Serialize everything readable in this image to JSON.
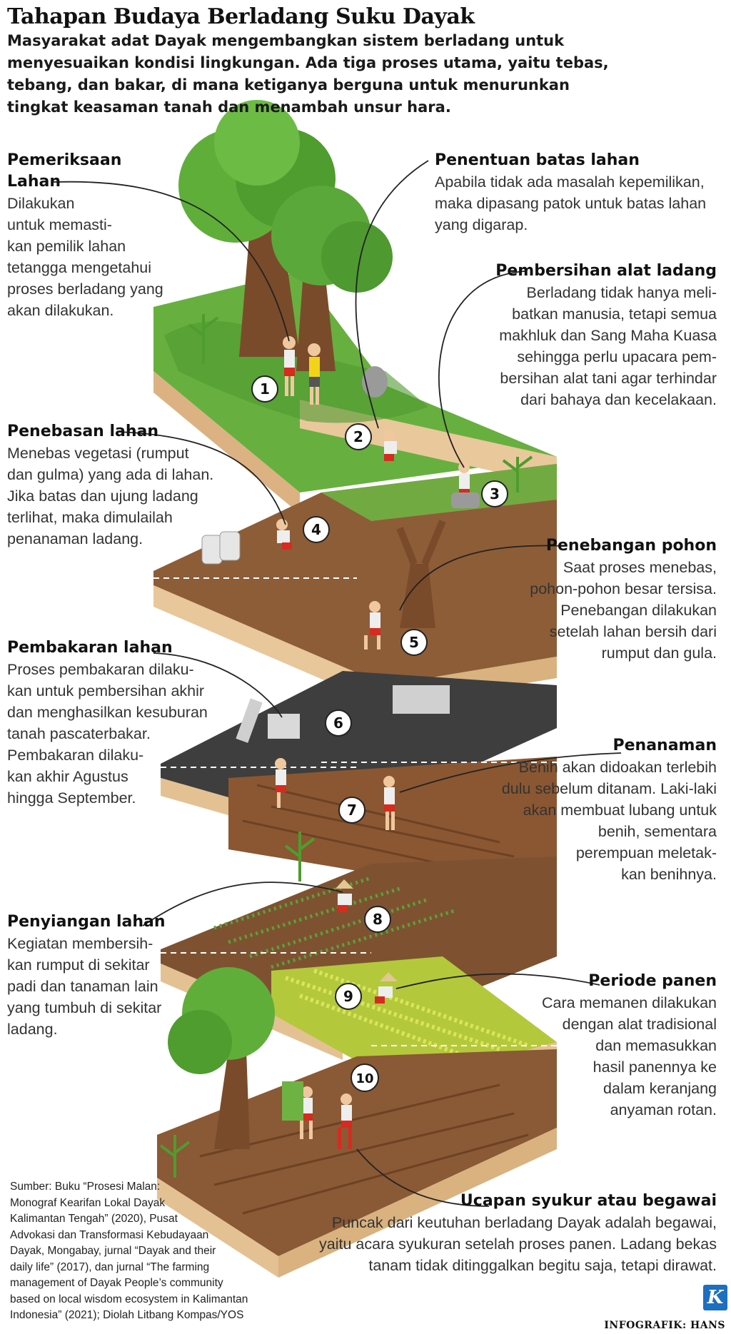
{
  "title": "Tahapan Budaya Berladang Suku Dayak",
  "intro": [
    "Masyarakat adat Dayak mengembangkan sistem berladang untuk",
    "menyesuaikan kondisi lingkungan. Ada tiga proses utama, yaitu tebas,",
    "tebang, dan bakar, di mana ketiganya berguna untuk menurunkan",
    "tingkat keasaman tanah dan menambah unsur hara."
  ],
  "steps": [
    {
      "number": "1",
      "title_lines": [
        "Pemeriksaan",
        "Lahan"
      ],
      "desc_lines": [
        "Dilakukan",
        "untuk memasti-",
        "kan pemilik lahan",
        "tetangga mengetahui",
        "proses berladang yang",
        "akan dilakukan."
      ]
    },
    {
      "number": "2",
      "title_lines": [
        "Penentuan batas lahan"
      ],
      "desc_lines": [
        "Apabila tidak ada masalah kepemilikan,",
        "maka dipasang patok untuk batas lahan",
        "yang digarap."
      ]
    },
    {
      "number": "3",
      "title_lines": [
        "Pembersihan alat ladang"
      ],
      "desc_lines": [
        "Berladang tidak hanya meli-",
        "batkan manusia, tetapi semua",
        "makhluk dan Sang Maha Kuasa",
        "sehingga perlu upacara pem-",
        "bersihan alat tani agar terhindar",
        "dari bahaya dan kecelakaan."
      ]
    },
    {
      "number": "4",
      "title_lines": [
        "Penebasan lahan"
      ],
      "desc_lines": [
        "Menebas vegetasi (rumput",
        "dan gulma) yang ada di lahan.",
        "Jika batas dan ujung ladang",
        "terlihat, maka dimulailah",
        "penanaman ladang."
      ]
    },
    {
      "number": "5",
      "title_lines": [
        "Penebangan pohon"
      ],
      "desc_lines": [
        "Saat proses menebas,",
        "pohon-pohon besar tersisa.",
        "Penebangan dilakukan",
        "setelah lahan bersih dari",
        "rumput dan gula."
      ]
    },
    {
      "number": "6",
      "title_lines": [
        "Pembakaran lahan"
      ],
      "desc_lines": [
        "Proses pembakaran dilaku-",
        "kan untuk pembersihan akhir",
        "dan menghasilkan kesuburan",
        "tanah pascaterbakar.",
        "Pembakaran dilaku-",
        "kan akhir Agustus",
        "hingga September."
      ]
    },
    {
      "number": "7",
      "title_lines": [
        "Penanaman"
      ],
      "desc_lines": [
        "Benih akan didoakan terlebih",
        "dulu sebelum ditanam. Laki-laki",
        "akan membuat lubang untuk",
        "benih, sementara",
        "perempuan meletak-",
        "kan benihnya."
      ]
    },
    {
      "number": "8",
      "title_lines": [
        "Penyiangan lahan"
      ],
      "desc_lines": [
        "Kegiatan membersih-",
        "kan rumput di sekitar",
        "padi dan tanaman lain",
        "yang tumbuh di sekitar",
        "ladang."
      ]
    },
    {
      "number": "9",
      "title_lines": [
        "Periode panen"
      ],
      "desc_lines": [
        "Cara memanen dilakukan",
        "dengan alat tradisional",
        "dan memasukkan",
        "hasil  panennya ke",
        "dalam keranjang",
        "anyaman rotan."
      ]
    },
    {
      "number": "10",
      "title_lines": [
        "Ucapan syukur atau begawai"
      ],
      "desc_lines": [
        "Puncak dari keutuhan berladang Dayak adalah begawai,",
        "yaitu acara syukuran setelah proses panen. Ladang bekas",
        "tanam tidak ditinggalkan begitu saja, tetapi dirawat."
      ]
    }
  ],
  "source_lines": [
    "Sumber: Buku “Prosesi Malan:",
    "Monograf Kearifan Lokal Dayak",
    "Kalimantan Tengah” (2020), Pusat",
    "Advokasi dan Transformasi Kebudayaan",
    "Dayak, Mongabay, jurnal “Dayak and their",
    "daily life” (2017), dan jurnal “The farming",
    "management of Dayak People’s community",
    "based on local wisdom ecosystem in Kalimantan",
    "Indonesia” (2021); Diolah Litbang Kompas/YOS"
  ],
  "logo_letter": "K",
  "credit": "INFOGRAFIK: HANS",
  "colors": {
    "grass": "#5fae3a",
    "soil": "#8a5a34",
    "burnt": "#3d3d3d",
    "rice": "#c9d84a",
    "soil_side": "#e8c79a"
  }
}
